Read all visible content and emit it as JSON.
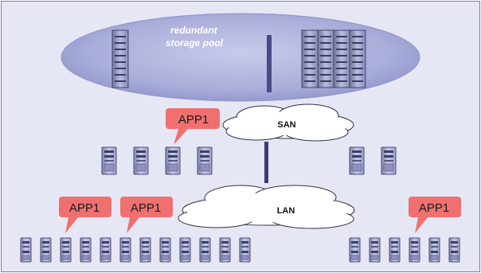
{
  "storage_pool": {
    "label_line1": "redundant",
    "label_line2": "storage pool"
  },
  "networks": {
    "san_label": "SAN",
    "lan_label": "LAN"
  },
  "app_callout_label": "APP1",
  "colors": {
    "background": "#e6e7f4",
    "callout": "#f07070",
    "pool": "#9aa0d4",
    "connector": "#3b3b74"
  }
}
